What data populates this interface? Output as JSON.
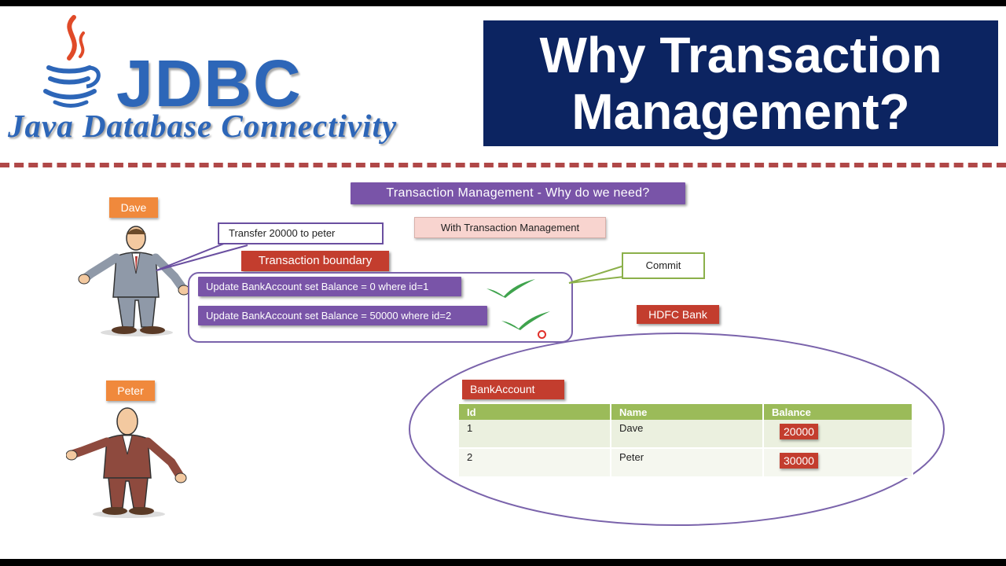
{
  "header": {
    "logo_word": "JDBC",
    "logo_sub": "Java Database Connectivity",
    "title_line1": "Why Transaction",
    "title_line2": "Management?"
  },
  "slide": {
    "heading": "Transaction Management - Why do we need?",
    "subheading": "With Transaction Management",
    "dave_label": "Dave",
    "peter_label": "Peter",
    "transfer_callout": "Transfer 20000 to peter",
    "boundary_label": "Transaction boundary",
    "statements": [
      "Update BankAccount set Balance = 0  where id=1",
      "Update BankAccount set Balance = 50000  where id=2"
    ],
    "commit_callout": "Commit",
    "bank_label": "HDFC Bank",
    "table_label": "BankAccount"
  },
  "table": {
    "headers": [
      "Id",
      "Name",
      "Balance"
    ],
    "rows": [
      {
        "id": "1",
        "name": "Dave",
        "balance": "20000"
      },
      {
        "id": "2",
        "name": "Peter",
        "balance": "30000"
      }
    ]
  },
  "colors": {
    "title_bg": "#0c2461",
    "logo_blue": "#2d66b8",
    "divider": "#b04848",
    "purple_label": "#7954a8",
    "red_label": "#c33d2e",
    "orange_label": "#f0893c",
    "table_header": "#9bbb59",
    "check": "#3fa34d"
  },
  "icons": [
    "java-cup-icon",
    "check-icon",
    "person-dave-icon",
    "person-peter-icon"
  ]
}
